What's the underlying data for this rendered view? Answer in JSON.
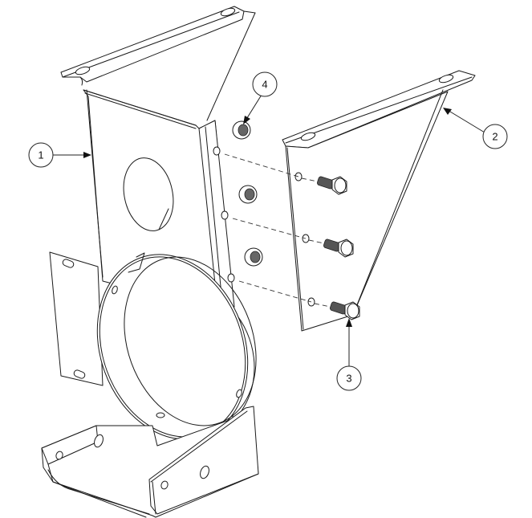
{
  "diagram": {
    "type": "exploded isometric assembly drawing",
    "background": "#ffffff",
    "line_color": "#1a1a1a",
    "balloons": [
      {
        "id": "balloon-1",
        "label": "1",
        "points_to": "main mounting bracket (bent sheet with large round hole and pipe clamp ring)"
      },
      {
        "id": "balloon-2",
        "label": "2",
        "points_to": "triangular side bracket"
      },
      {
        "id": "balloon-3",
        "label": "3",
        "points_to": "hex head bolt"
      },
      {
        "id": "balloon-4",
        "label": "4",
        "points_to": "hex lock nut"
      }
    ],
    "parts": {
      "bracket_main": {
        "holes": 3,
        "nuts": 3
      },
      "bracket_side": {
        "bolts": 3,
        "holes": 3
      }
    }
  }
}
